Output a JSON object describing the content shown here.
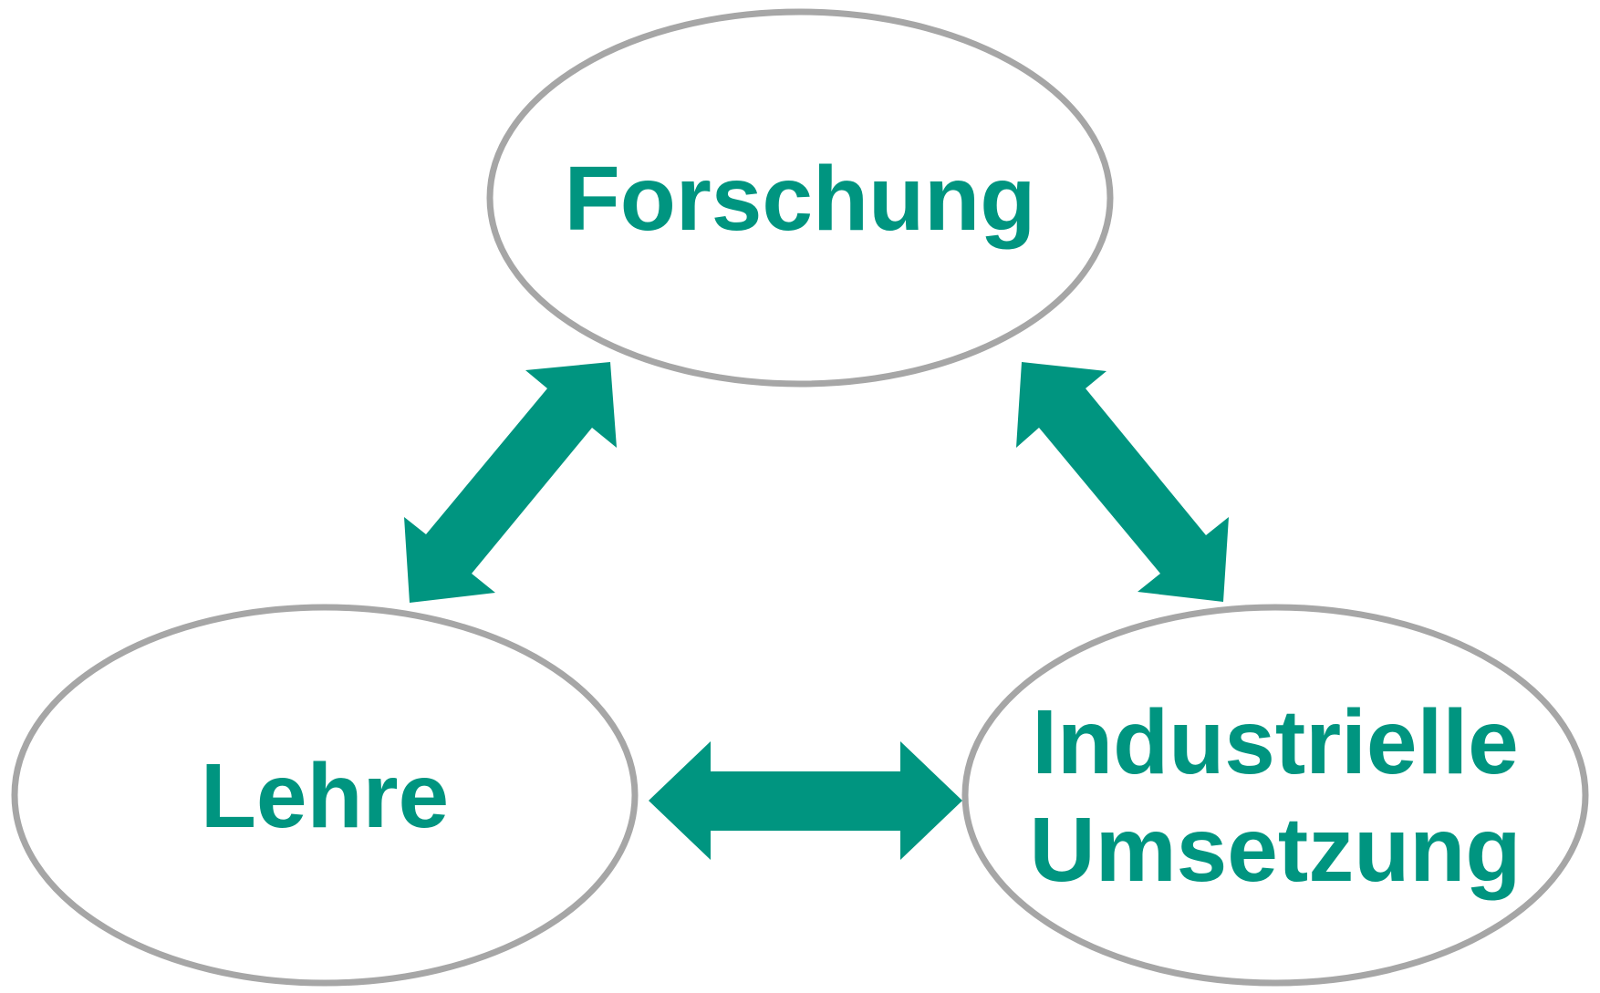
{
  "colors": {
    "accent": "#009580",
    "outline": "#a6a6a6",
    "background": "#ffffff"
  },
  "nodes": {
    "forschung": {
      "label": "Forschung"
    },
    "lehre": {
      "label": "Lehre"
    },
    "industrie": {
      "line1": "Industrielle",
      "line2": "Umsetzung"
    }
  }
}
